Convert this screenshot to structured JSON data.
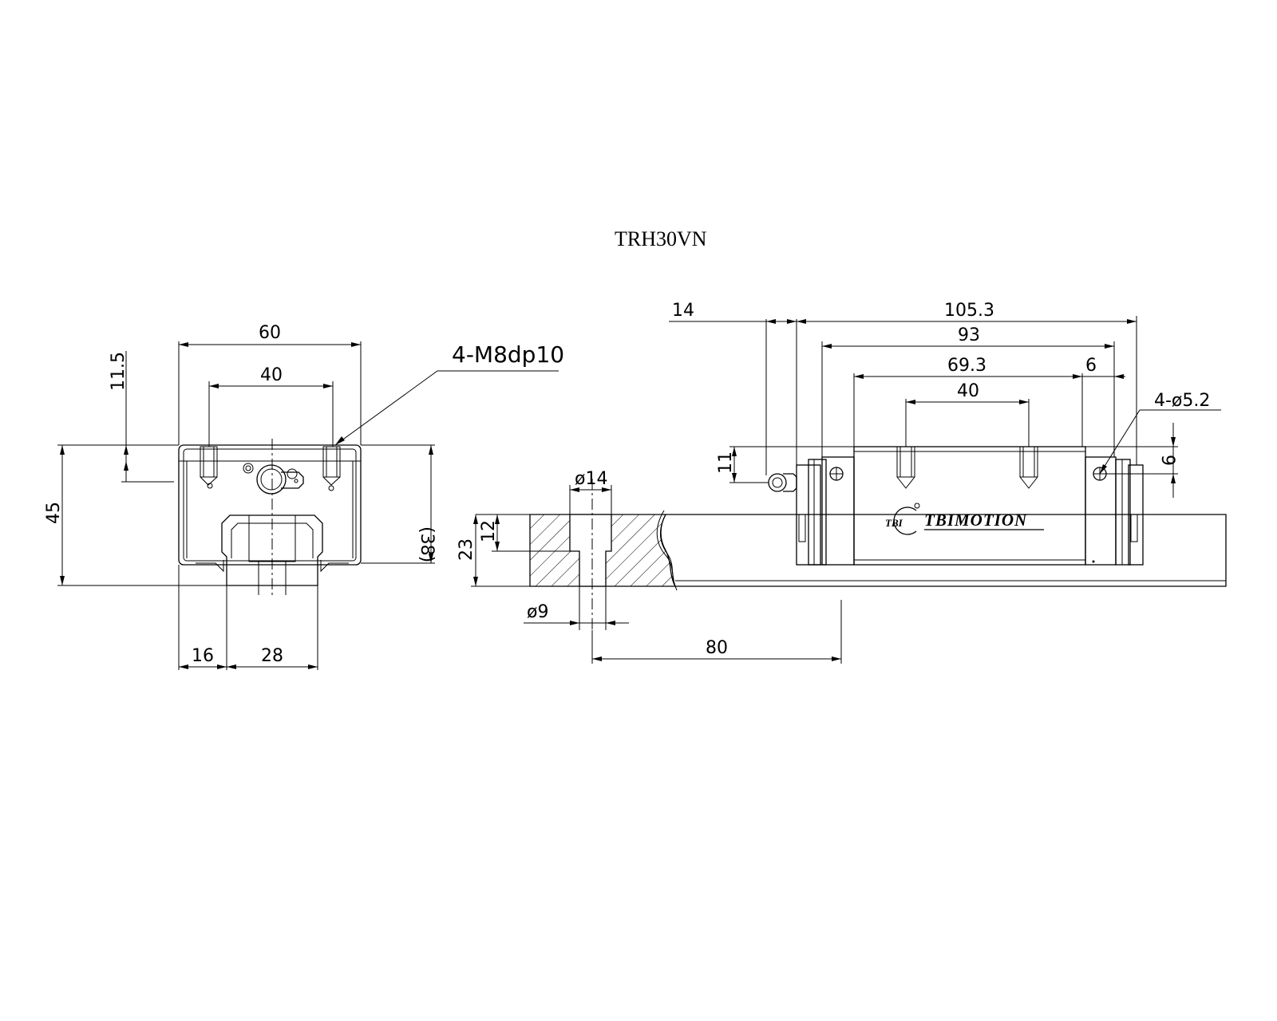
{
  "title": "TRH30VN",
  "brand": {
    "name": "TBIMOTION",
    "logo_text": "TBI"
  },
  "end_view": {
    "width": "60",
    "hole_spacing": "40",
    "tap_spec": "4-M8dp10",
    "top_offset": "11.5",
    "total_height": "45",
    "block_height": "(38)",
    "rail_offset": "16",
    "rail_width": "28"
  },
  "rail_section": {
    "counterbore_dia": "ø14",
    "counterbore_depth": "12",
    "rail_height": "23",
    "hole_dia": "ø9",
    "hole_pitch": "80"
  },
  "side_view": {
    "grease_nipple": "14",
    "total_length": "105.3",
    "body_length": "93",
    "steel_length": "69.3",
    "end_cap": "6",
    "hole_spacing": "40",
    "ref_holes": "4-ø5.2",
    "nipple_height": "11",
    "ref_hole_height": "9"
  }
}
